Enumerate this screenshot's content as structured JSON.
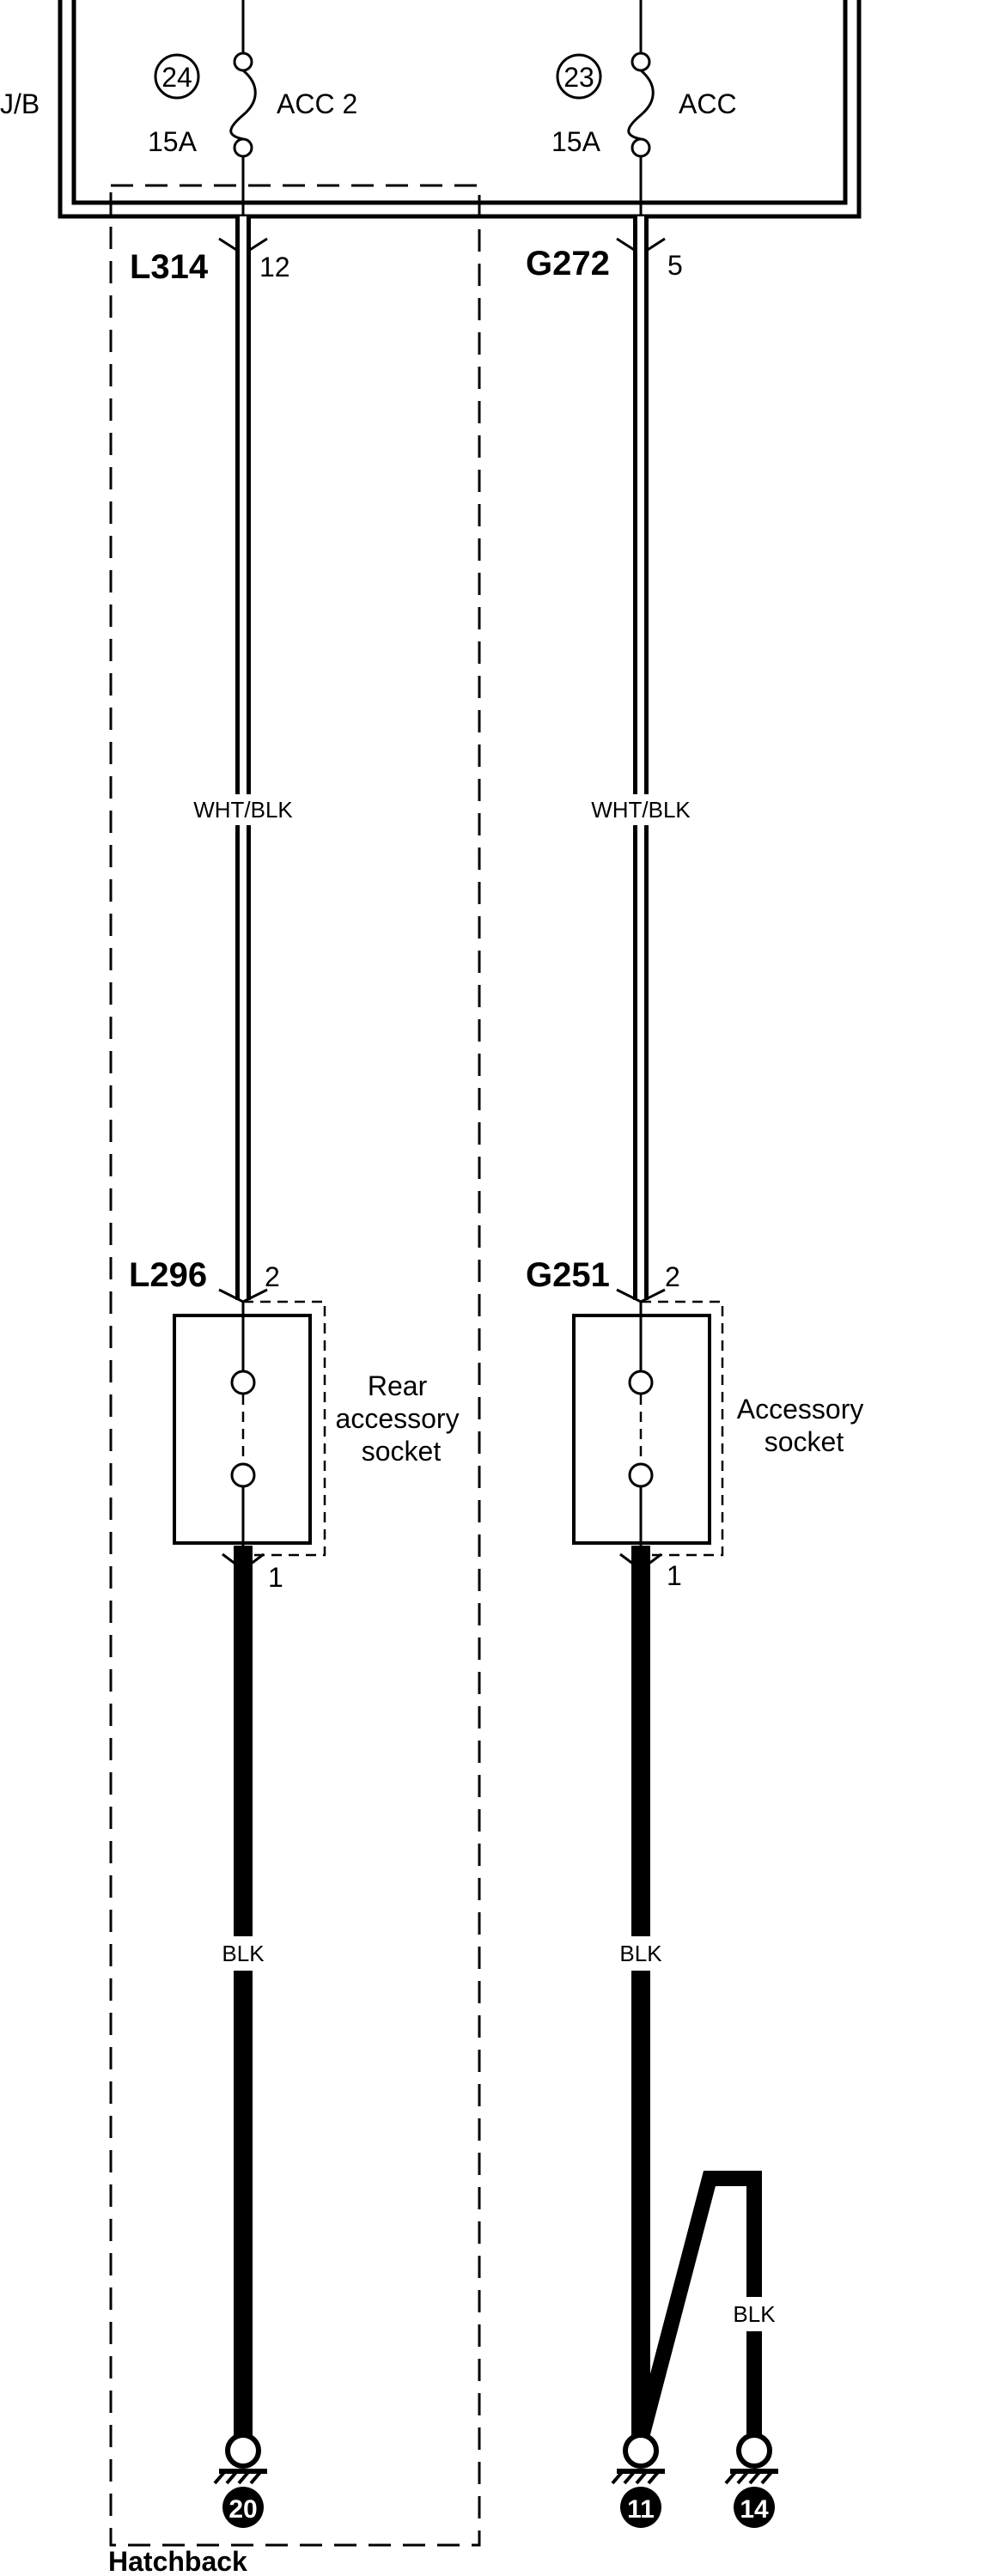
{
  "junction_block": {
    "label": "J/B"
  },
  "fuses": [
    {
      "number": "24",
      "rating": "15A",
      "name": "ACC 2"
    },
    {
      "number": "23",
      "rating": "15A",
      "name": "ACC"
    }
  ],
  "left_circuit": {
    "top_connector": {
      "id": "L314",
      "pin": "12"
    },
    "upper_wire_color": "WHT/BLK",
    "socket_connector": {
      "id": "L296",
      "pin_top": "2",
      "pin_bottom": "1"
    },
    "socket_name_lines": [
      "Rear",
      "accessory",
      "socket"
    ],
    "lower_wire_color": "BLK",
    "ground": "20",
    "variant_box_label": "Hatchback"
  },
  "right_circuit": {
    "top_connector": {
      "id": "G272",
      "pin": "5"
    },
    "upper_wire_color": "WHT/BLK",
    "socket_connector": {
      "id": "G251",
      "pin_top": "2",
      "pin_bottom": "1"
    },
    "socket_name_lines": [
      "Accessory",
      "socket"
    ],
    "lower_wire_color": "BLK",
    "branch_wire_color": "BLK",
    "grounds": [
      "11",
      "14"
    ]
  },
  "colors": {
    "line": "#000000",
    "background": "#ffffff"
  },
  "icons": [
    "fuse-icon",
    "ground-icon"
  ]
}
